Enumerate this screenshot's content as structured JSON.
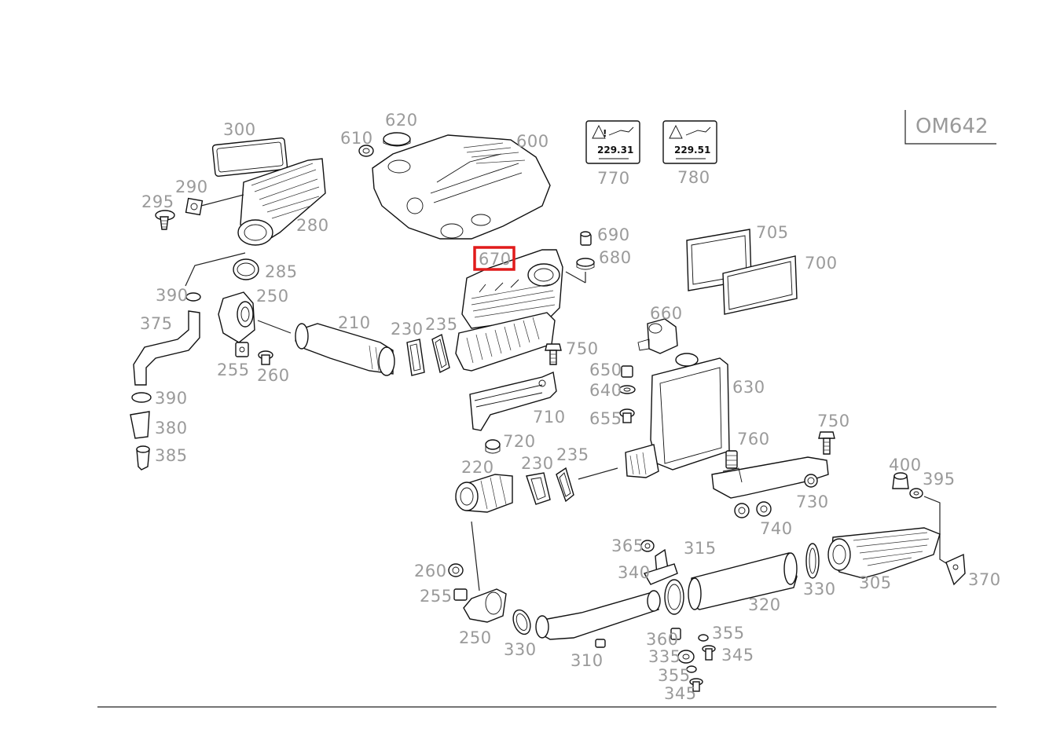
{
  "engine_code": "OM642",
  "highlighted_part": "670",
  "warning_labels": [
    {
      "callout": "770",
      "spec": "229.31"
    },
    {
      "callout": "780",
      "spec": "229.51"
    }
  ],
  "callouts": [
    "300",
    "290",
    "295",
    "280",
    "610",
    "620",
    "600",
    "770",
    "780",
    "690",
    "680",
    "705",
    "700",
    "670",
    "285",
    "390",
    "250",
    "375",
    "210",
    "230",
    "235",
    "660",
    "750",
    "255",
    "260",
    "650",
    "640",
    "630",
    "655",
    "710",
    "390",
    "380",
    "385",
    "720",
    "760",
    "750",
    "220",
    "230",
    "235",
    "400",
    "395",
    "730",
    "740",
    "365",
    "315",
    "260",
    "340",
    "255",
    "370",
    "330",
    "305",
    "320",
    "250",
    "330",
    "360",
    "355",
    "310",
    "335",
    "345",
    "355",
    "345"
  ]
}
